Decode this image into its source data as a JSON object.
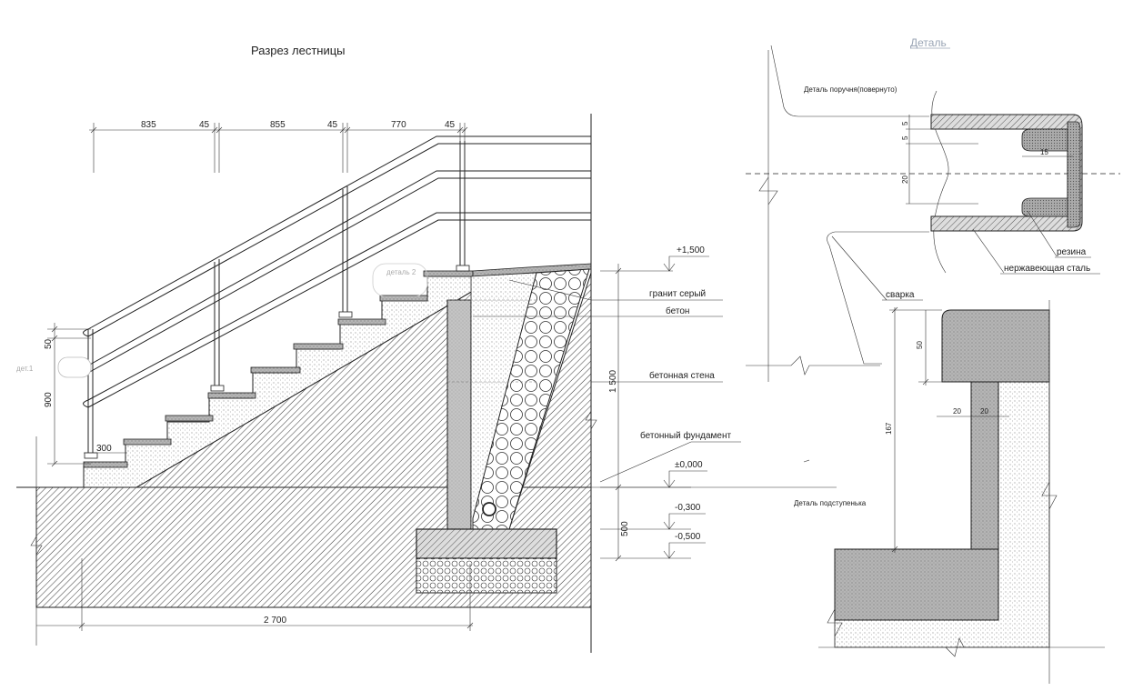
{
  "titles": {
    "section": "Разрез лестницы",
    "detail": "Деталь"
  },
  "dimensions": {
    "top": [
      "835",
      "45",
      "855",
      "45",
      "770",
      "45"
    ],
    "left_50": "50",
    "left_900": "900",
    "tread_300": "300",
    "bottom_2700": "2 700",
    "height_1500": "1 500",
    "height_500": "500"
  },
  "levels": {
    "plus_1500": "+1,500",
    "zero": "±0,000",
    "minus_300": "-0,300",
    "minus_500": "-0,500"
  },
  "callouts": {
    "granite": "гранит серый",
    "concrete": "бетон",
    "concrete_wall": "бетонная стена",
    "concrete_foundation": "бетонный фундамент",
    "detail2": "деталь 2",
    "detail1": "дет.1"
  },
  "handrail_detail": {
    "title": "Деталь поручня(повернуто)",
    "dim_5a": "5",
    "dim_5b": "5",
    "dim_20": "20",
    "dim_15": "15",
    "rubber": "резина",
    "steel": "нержавеющая сталь",
    "welding": "сварка"
  },
  "riser_detail": {
    "title": "Деталь подступенька",
    "dim_50": "50",
    "dim_167": "167",
    "dim_20a": "20",
    "dim_20b": "20"
  },
  "colors": {
    "line": "#222222",
    "granite_fill": "#b5b5b5",
    "riser_fill": "#c4c4c4",
    "link": "#9aa5b5"
  }
}
